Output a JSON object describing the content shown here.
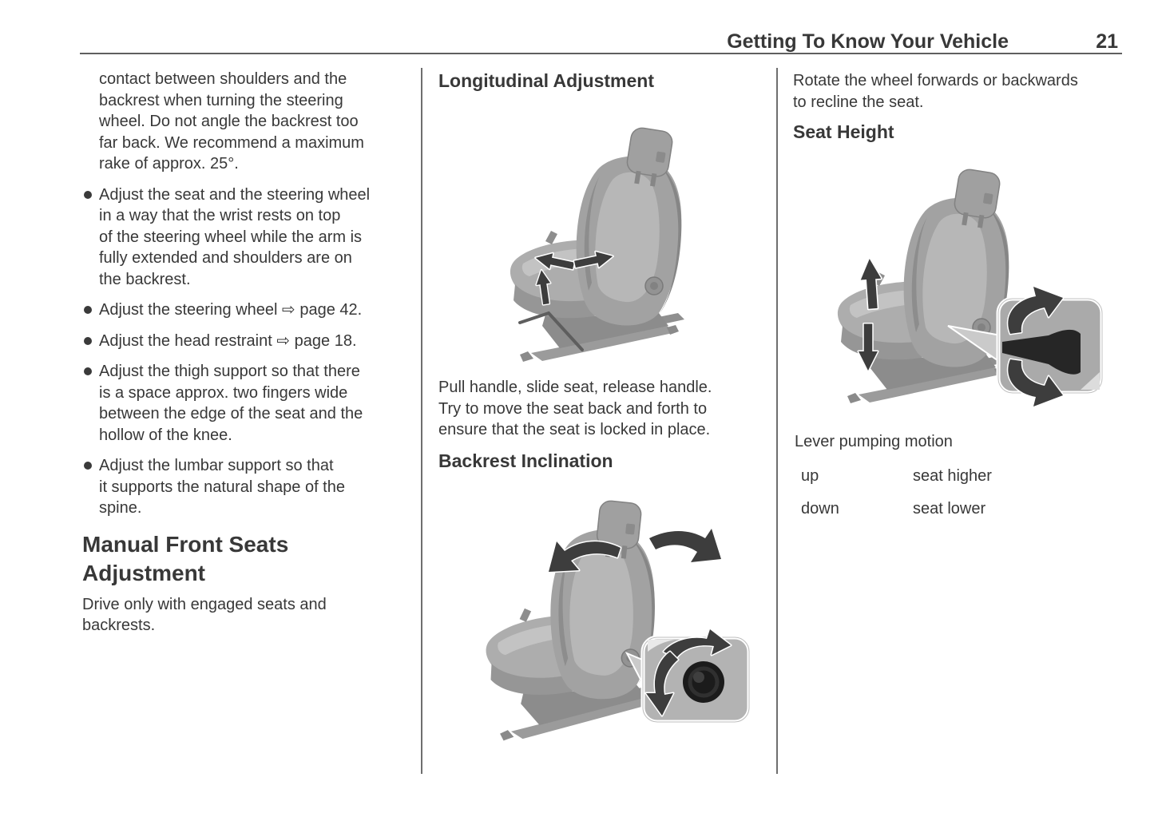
{
  "header": {
    "title": "Getting To Know Your Vehicle",
    "page_number": "21"
  },
  "col1": {
    "paragraph": "contact between shoulders and the\nbackrest when turning the steering\nwheel. Do not angle the backrest too\nfar back. We recommend a maximum\nrake of approx. 25°.",
    "bullets": [
      "Adjust the seat and the steering wheel\nin a way that the wrist rests on top\nof the steering wheel while the arm is\nfully extended and shoulders are on\nthe backrest.",
      "Adjust the steering wheel ⇨ page 42.",
      "Adjust the head restraint ⇨ page 18.",
      "Adjust the thigh support so that there\nis a space approx. two fingers wide\nbetween the edge of the seat and the\nhollow of the knee.",
      "Adjust the lumbar support so that\nit supports the natural shape of the\nspine."
    ],
    "heading": "Manual Front Seats\nAdjustment",
    "body": "Drive only with engaged seats and\nbackrests."
  },
  "col2": {
    "heading_longitudinal": "Longitudinal Adjustment",
    "figure_longitudinal": "seat longitudinal adjustment illustration",
    "body_longitudinal": "Pull handle, slide seat, release handle.\nTry to move the seat back and forth to\nensure that the seat is locked in place.",
    "heading_backrest": "Backrest Inclination",
    "figure_backrest": "seat backrest inclination illustration with recline wheel inset"
  },
  "col3": {
    "body_recline": "Rotate the wheel forwards or backwards\nto recline the seat.",
    "heading_seat_height": "Seat Height",
    "figure_seat_height": "seat height adjustment illustration with lever inset",
    "caption": "Lever pumping motion",
    "table": [
      {
        "action": "up",
        "result": "seat higher"
      },
      {
        "action": "down",
        "result": "seat lower"
      }
    ]
  },
  "colors": {
    "text": "#383838",
    "header_rule": "#5f5f5f",
    "column_divider": "#6e6e6e",
    "arrow_dark": "#3d3d3d",
    "seat_gray": "#a8a8a8"
  }
}
